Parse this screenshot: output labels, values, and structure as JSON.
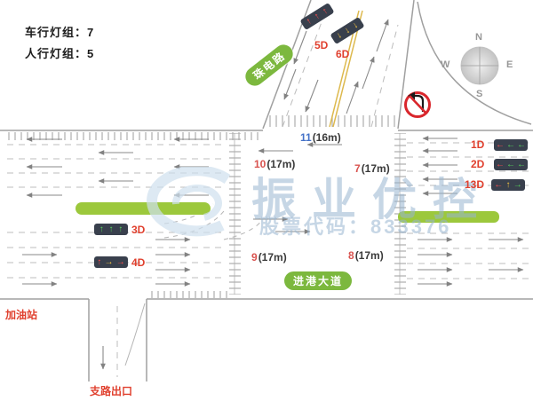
{
  "info": {
    "vehicle_lights": "车行灯组：7",
    "pedestrian_lights": "人行灯组：5"
  },
  "roads": {
    "diagonal_name": "珠电路",
    "main_name": "进港大道"
  },
  "labels": {
    "gas_station": "加油站",
    "side_exit": "支路出口"
  },
  "compass": {
    "n": "N",
    "s": "S",
    "e": "E",
    "w": "W"
  },
  "measurements": {
    "m11": {
      "id": "11",
      "len": "(16m)",
      "color": "#4472c8"
    },
    "m10": {
      "id": "10",
      "len": "(17m)",
      "color": "#d9534f"
    },
    "m7": {
      "id": "7",
      "len": "(17m)",
      "color": "#d9534f"
    },
    "m9": {
      "id": "9",
      "len": "(17m)",
      "color": "#d9534f"
    },
    "m8": {
      "id": "8",
      "len": "(17m)",
      "color": "#d9534f"
    }
  },
  "signals": {
    "s5": {
      "label": "5D",
      "glyphs": [
        {
          "ch": "↑",
          "color": "#ff4d4d"
        },
        {
          "ch": "↑",
          "color": "#ff4d4d"
        },
        {
          "ch": "↑",
          "color": "#ff4d4d"
        }
      ]
    },
    "s6": {
      "label": "6D",
      "glyphs": [
        {
          "ch": "↓",
          "color": "#f5c542"
        },
        {
          "ch": "↓",
          "color": "#f5c542"
        },
        {
          "ch": "↓",
          "color": "#f5c542"
        }
      ]
    },
    "s1": {
      "label": "1D",
      "glyphs": [
        {
          "ch": "←",
          "color": "#ff4d4d"
        },
        {
          "ch": "←",
          "color": "#57d65a"
        },
        {
          "ch": "←",
          "color": "#57d65a"
        }
      ]
    },
    "s2": {
      "label": "2D",
      "glyphs": [
        {
          "ch": "←",
          "color": "#ff4d4d"
        },
        {
          "ch": "←",
          "color": "#57d65a"
        },
        {
          "ch": "←",
          "color": "#57d65a"
        }
      ]
    },
    "s13": {
      "label": "13D",
      "glyphs": [
        {
          "ch": "←",
          "color": "#ff4d4d"
        },
        {
          "ch": "↑",
          "color": "#f5c542"
        },
        {
          "ch": "→",
          "color": "#57d65a"
        }
      ]
    },
    "s3": {
      "label": "3D",
      "glyphs": [
        {
          "ch": "↑",
          "color": "#57d65a"
        },
        {
          "ch": "↑",
          "color": "#57d65a"
        },
        {
          "ch": "↑",
          "color": "#57d65a"
        }
      ]
    },
    "s4": {
      "label": "4D",
      "glyphs": [
        {
          "ch": "↑",
          "color": "#ff4d4d"
        },
        {
          "ch": "→",
          "color": "#f5c542"
        },
        {
          "ch": "→",
          "color": "#ff4d4d"
        }
      ]
    }
  },
  "watermark": {
    "title": "振业优控",
    "subtitle": "股票代码：833376"
  },
  "colors": {
    "signal_label": "#e0402e",
    "road_pill": "#7cb83e",
    "median_green": "#9cc83c"
  }
}
